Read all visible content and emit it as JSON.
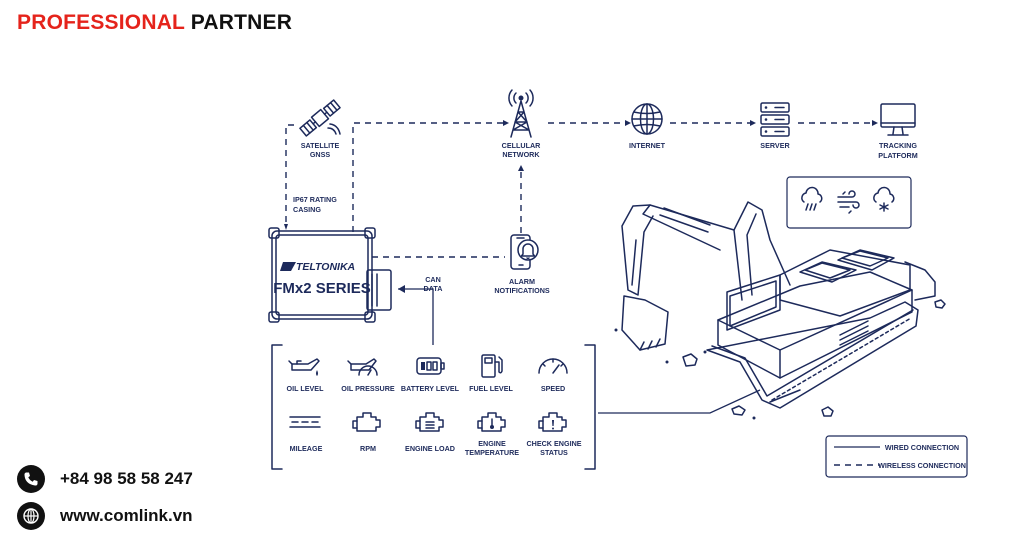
{
  "header": {
    "title_accent": "PROFESSIONAL",
    "title_rest": "PARTNER",
    "accent_color": "#e5231b"
  },
  "contact": {
    "phone": "+84 98 58 58 247",
    "website": "www.comlink.vn"
  },
  "ink_color": "#1d2a5b",
  "nodes": {
    "satellite": [
      "SATELLITE",
      "GNSS"
    ],
    "cellular": [
      "CELLULAR",
      "NETWORK"
    ],
    "internet": "INTERNET",
    "server": "SERVER",
    "tracking": [
      "TRACKING",
      "PLATFORM"
    ],
    "alarm": [
      "ALARM",
      "NOTIFICATIONS"
    ],
    "ip67": [
      "IP67 RATING",
      "CASING"
    ],
    "can": [
      "CAN",
      "DATA"
    ]
  },
  "device": {
    "brand": "TELTONIKA",
    "model": "FMx2 SERIES"
  },
  "sensors": [
    {
      "icon": "oil-can-icon",
      "label": [
        "OIL LEVEL"
      ]
    },
    {
      "icon": "oil-pressure-icon",
      "label": [
        "OIL PRESSURE"
      ]
    },
    {
      "icon": "battery-icon",
      "label": [
        "BATTERY LEVEL"
      ]
    },
    {
      "icon": "fuel-pump-icon",
      "label": [
        "FUEL LEVEL"
      ]
    },
    {
      "icon": "speedometer-icon",
      "label": [
        "SPEED"
      ]
    },
    {
      "icon": "road-icon",
      "label": [
        "MILEAGE"
      ]
    },
    {
      "icon": "engine-icon",
      "label": [
        "RPM"
      ]
    },
    {
      "icon": "engine-load-icon",
      "label": [
        "ENGINE LOAD"
      ]
    },
    {
      "icon": "engine-temperature-icon",
      "label": [
        "ENGINE",
        "TEMPERATURE"
      ]
    },
    {
      "icon": "check-engine-icon",
      "label": [
        "CHECK ENGINE",
        "STATUS"
      ]
    }
  ],
  "legend": {
    "wired": "WIRED CONNECTION",
    "wireless": "WIRELESS CONNECTION"
  }
}
